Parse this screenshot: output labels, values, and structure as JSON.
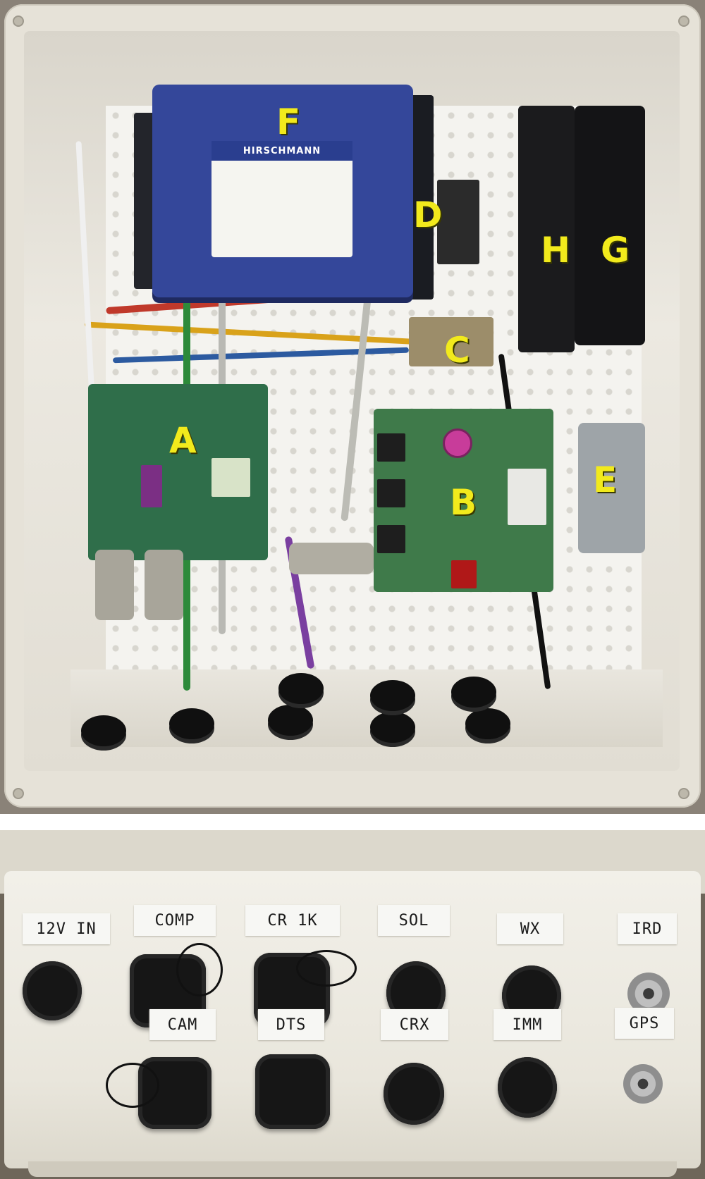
{
  "top_photo": {
    "component_labels": [
      "A",
      "B",
      "C",
      "D",
      "E",
      "F",
      "G",
      "H"
    ],
    "switch_brand": "HIRSCHMANN"
  },
  "bottom_photo": {
    "port_labels_top_row": [
      "12V IN",
      "COMP",
      "CR 1K",
      "SOL",
      "WX",
      "IRD"
    ],
    "port_labels_bottom_row": [
      "CAM",
      "DTS",
      "CRX",
      "IMM",
      "GPS"
    ]
  },
  "colors": {
    "label_letter": "#f2ea1c",
    "switch_body": "#34479a",
    "enclosure": "#e6e2d8",
    "pcb_green": "#2f6e4a",
    "port_label_bg": "#f7f7f4"
  }
}
